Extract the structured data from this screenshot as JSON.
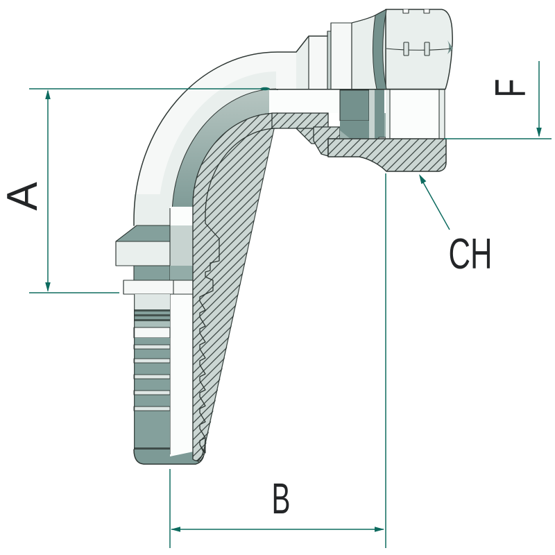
{
  "diagram_title": "90 degree elbow female swivel hose fitting - section drawing",
  "labels": {
    "a": "A",
    "b": "B",
    "f": "F",
    "ch": "CH"
  },
  "colors": {
    "dimension": "#0d6b5f",
    "outline": "#2e3734",
    "body": "#e9efed",
    "bright": "#f6f8f7",
    "bore": "#fbfdfc",
    "cut": "#cbd6d3",
    "cutline": "#3a4542",
    "teal_light": "#b7c6c2",
    "teal_dark": "#7b9894",
    "tealdark": "#74918d",
    "mid": "#c7d3d0",
    "band": "#84a09c",
    "rib": "#dfe7e5",
    "label": "#232527",
    "bg": "#ffffff"
  }
}
